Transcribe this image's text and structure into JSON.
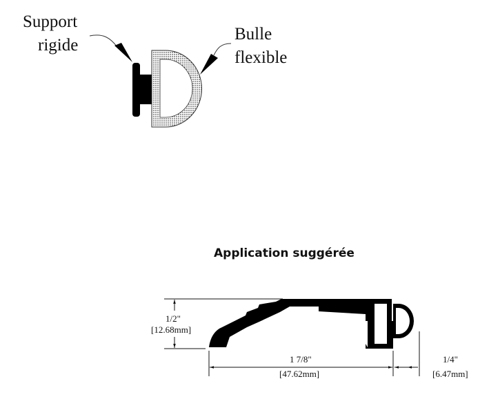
{
  "labels": {
    "support_line1": "Support",
    "support_line2": "rigide",
    "bulle_line1": "Bulle",
    "bulle_line2": "flexible"
  },
  "application": {
    "title": "Application suggérée",
    "height_in": "1/2\"",
    "height_mm": "[12.68mm]",
    "width_in": "1 7/8\"",
    "width_mm": "[47.62mm]",
    "bulb_in": "1/4\"",
    "bulb_mm": "[6.47mm]"
  }
}
